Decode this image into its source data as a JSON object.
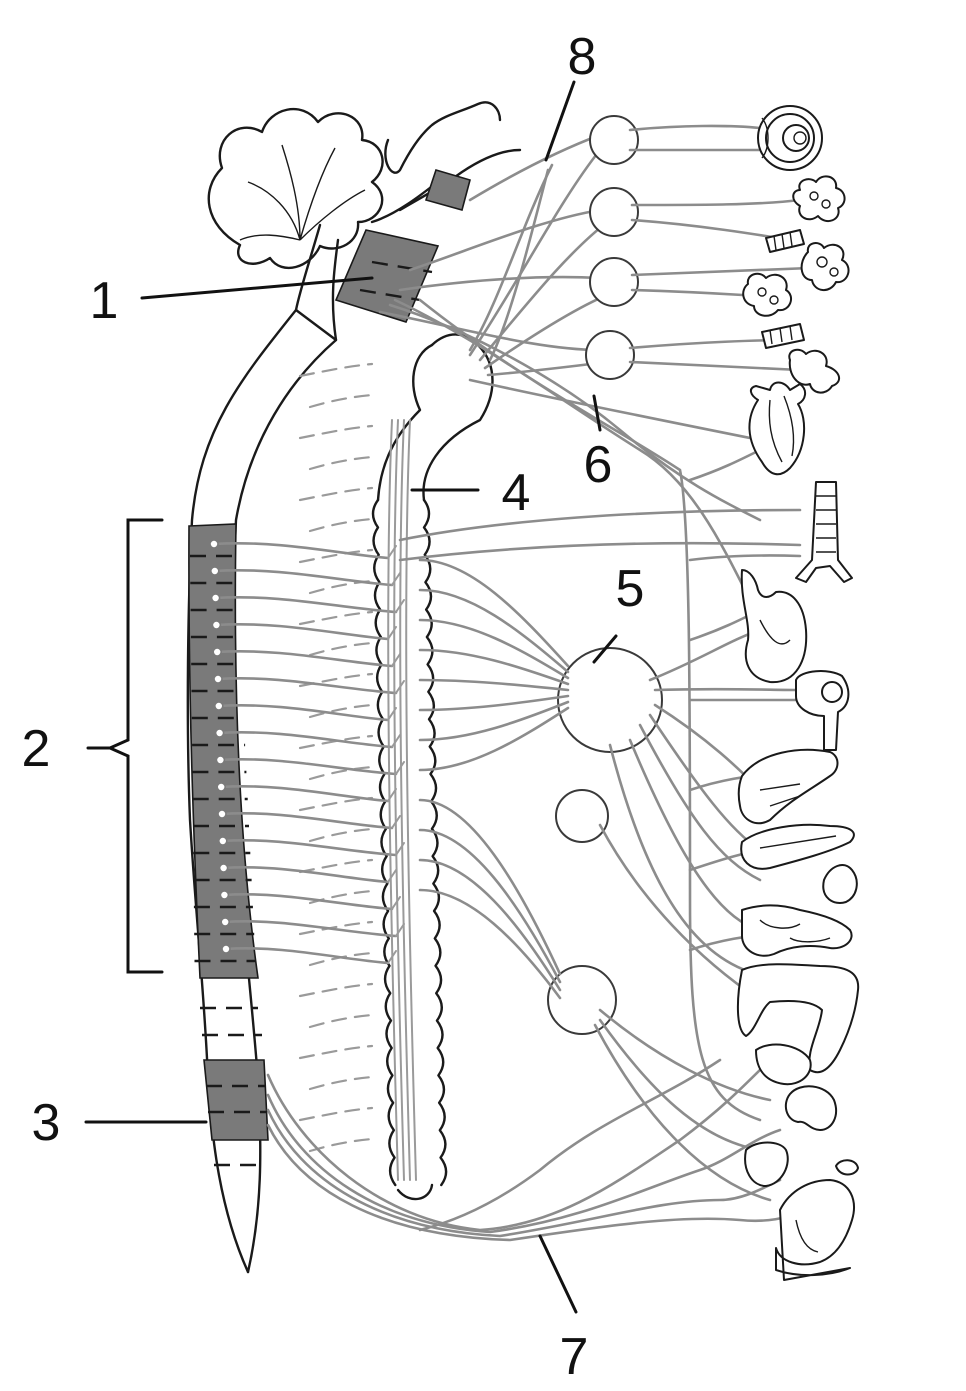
{
  "labels": {
    "l1": "1",
    "l2": "2",
    "l3": "3",
    "l4": "4",
    "l5": "5",
    "l6": "6",
    "l7": "7",
    "l8": "8"
  },
  "colors": {
    "line": "#1a1a1a",
    "nerve": "#8c8c8c",
    "segment_shade": "#7a7a7a",
    "background": "#ffffff"
  }
}
